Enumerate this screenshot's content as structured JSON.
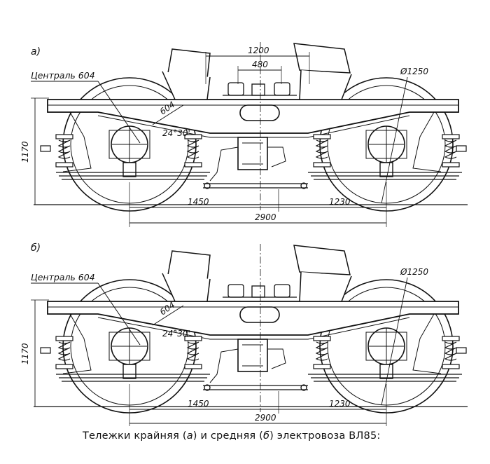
{
  "views": [
    {
      "id": "a",
      "label": "а)",
      "center_label": "Централь 604",
      "angle_label": "24°30'",
      "offset_label": "604",
      "wheel_label": "Ø1250",
      "height_label": "1170",
      "dims_top": [
        "1200",
        "480"
      ],
      "dims_bottom": [
        "1450",
        "1230",
        "2900"
      ]
    },
    {
      "id": "b",
      "label": "б)",
      "center_label": "Централь 604",
      "angle_label": "24°30'",
      "offset_label": "604",
      "wheel_label": "Ø1250",
      "height_label": "1170",
      "dims_bottom": [
        "1450",
        "1230",
        "2900"
      ]
    }
  ],
  "caption": {
    "part1": "Тележки крайняя (",
    "a": "а",
    "part2": ") и средняя (",
    "b": "б",
    "part3": ") электровоза ВЛ85:"
  }
}
